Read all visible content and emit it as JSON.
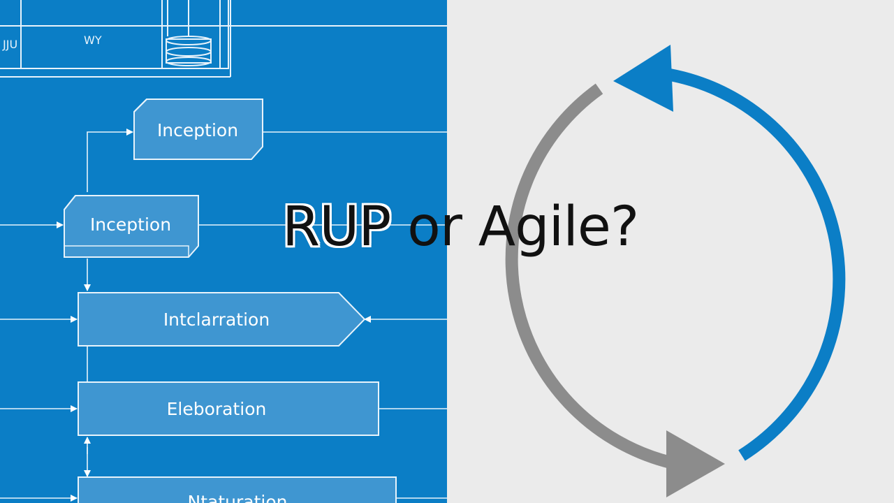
{
  "headline": {
    "rup": "RUP",
    "rest": " or Agile?"
  },
  "top_table": {
    "left_label": "JJU",
    "center_label": "WY"
  },
  "phases": [
    {
      "label": "Inception"
    },
    {
      "label": "Inception"
    },
    {
      "label": "Intclarration"
    },
    {
      "label": "Eleboration"
    },
    {
      "label": "Ntaturation"
    }
  ],
  "colors": {
    "left_panel": "#0b7ec6",
    "right_panel": "#ebebeb",
    "cycle_blue": "#0b7ec6",
    "cycle_gray": "#8c8c8c"
  }
}
